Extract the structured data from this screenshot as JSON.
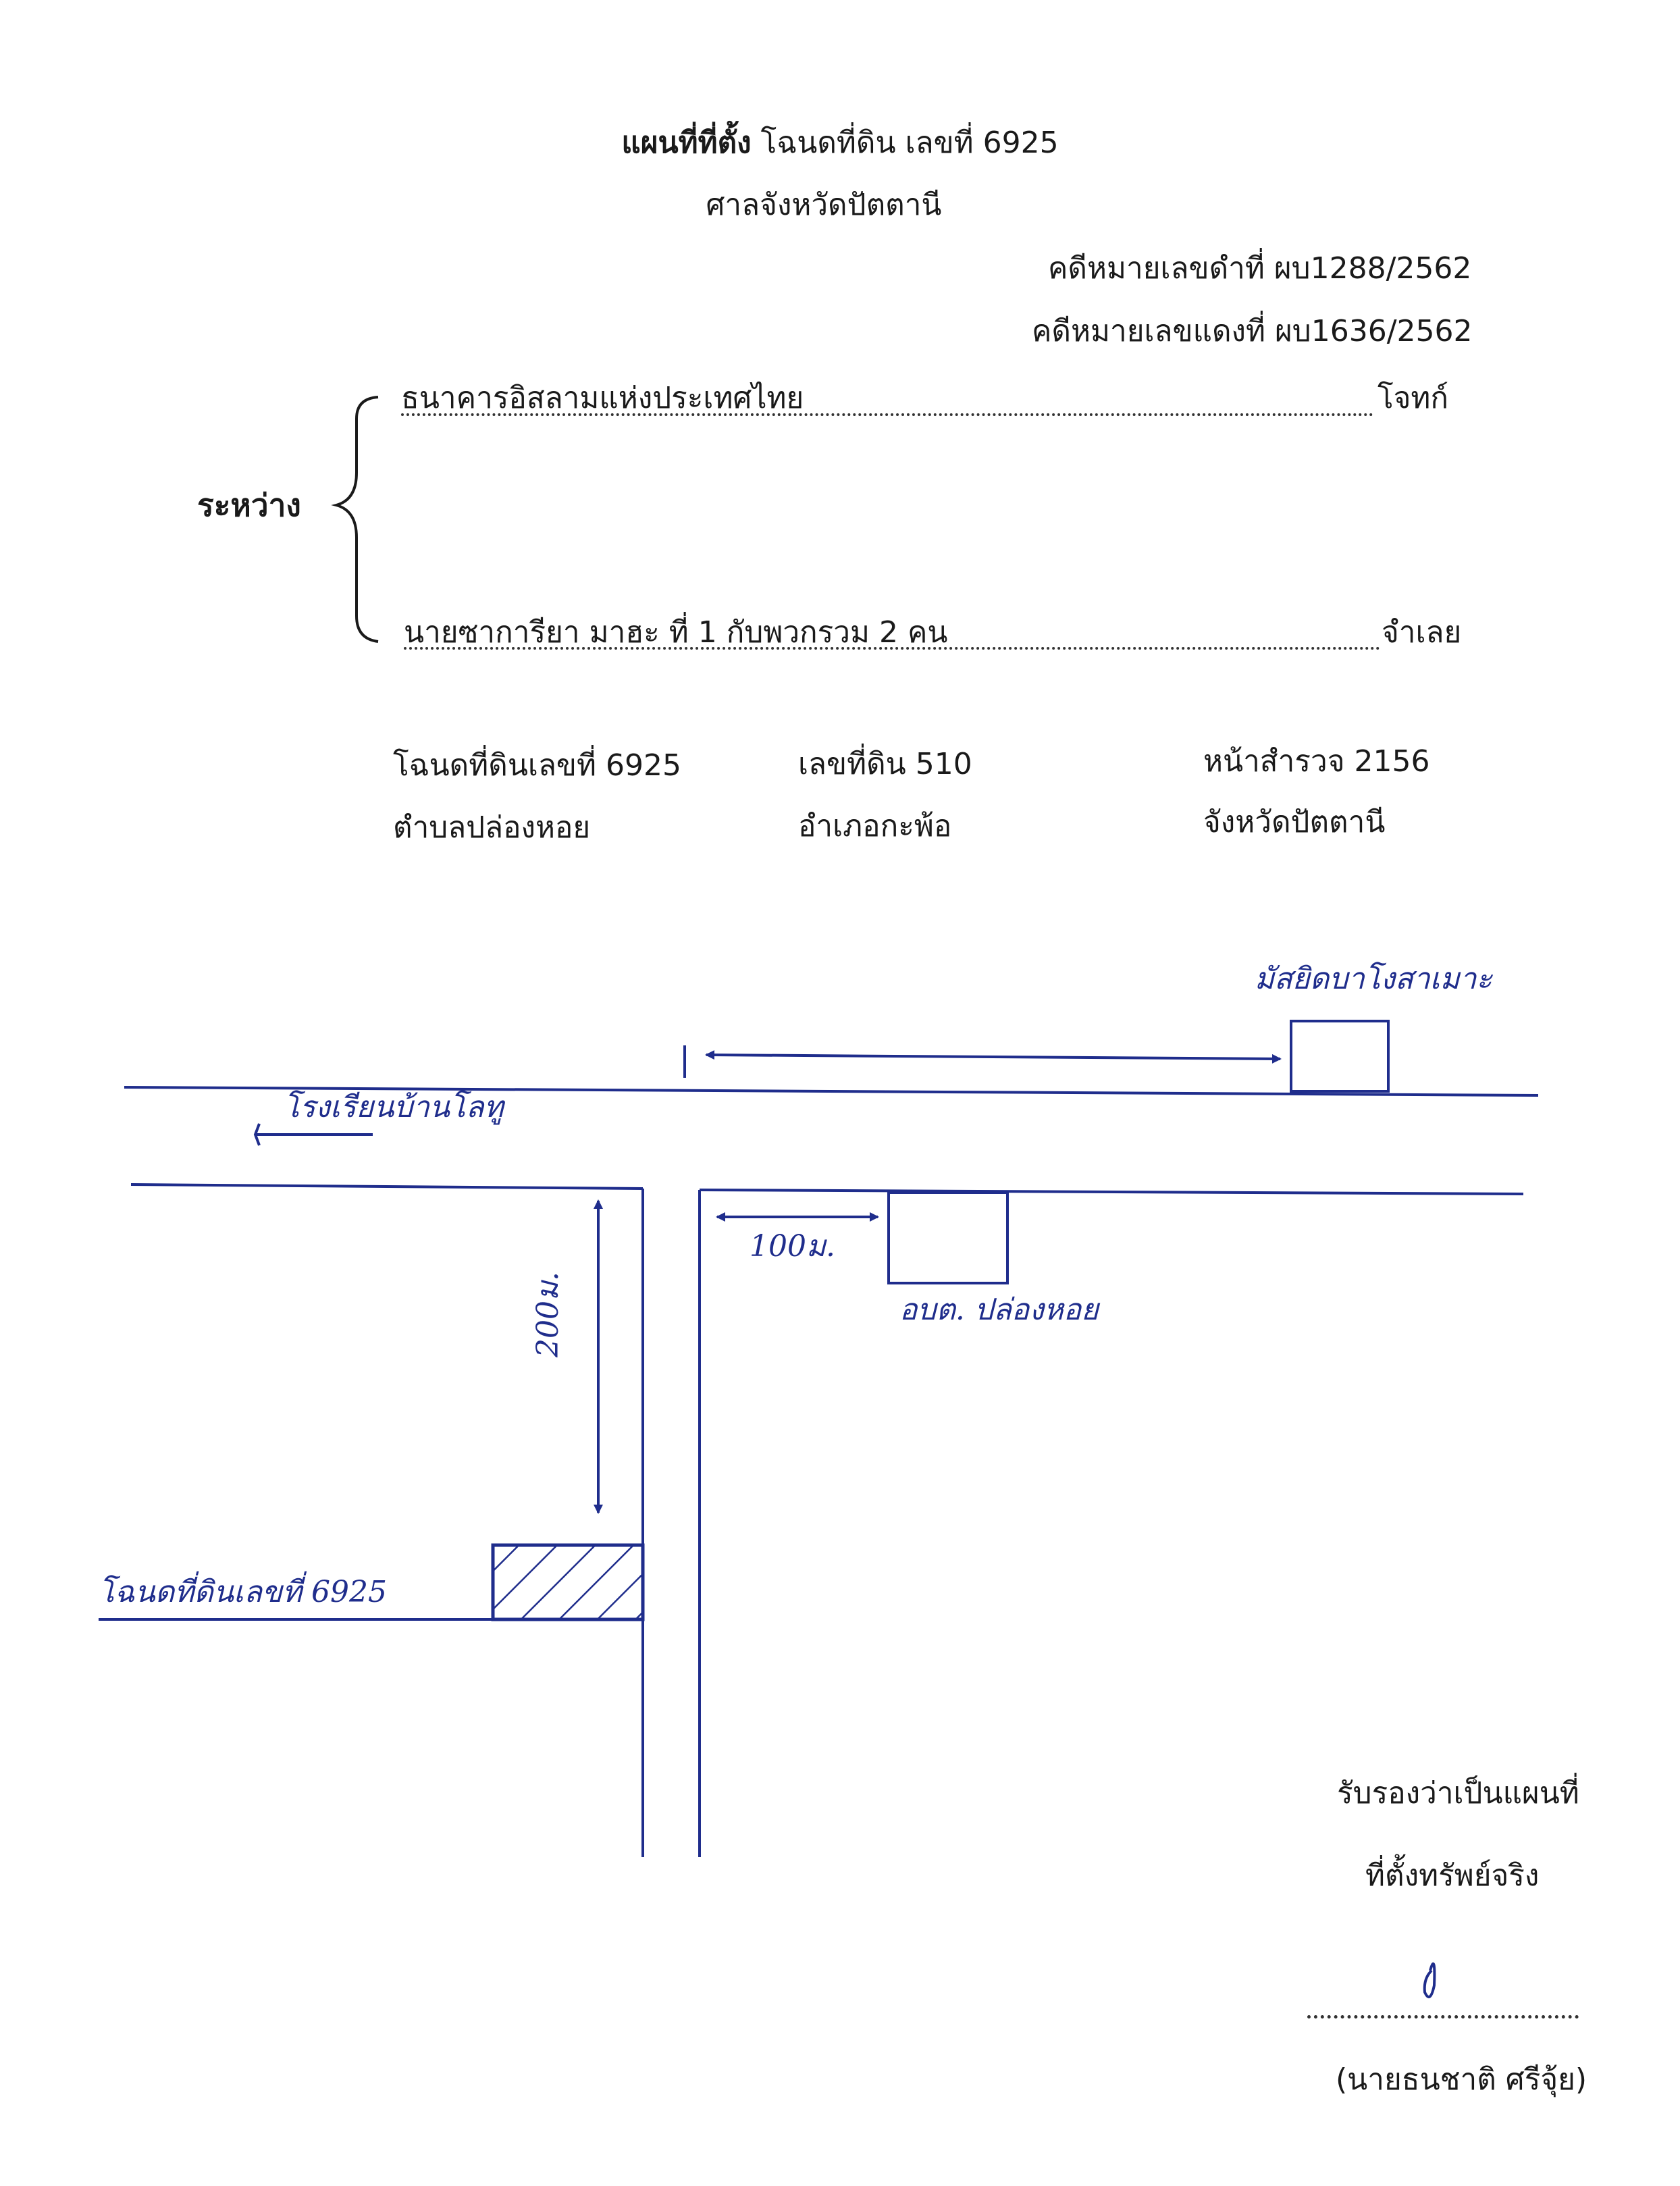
{
  "header": {
    "title_bold": "แผนที่ที่ตั้ง",
    "title_rest": "โฉนดที่ดิน เลขที่  6925",
    "court": "ศาลจังหวัดปัตตานี",
    "black_case_label": "คดีหมายเลขดำที่",
    "black_case_no": "ผบ1288/2562",
    "red_case_label": "คดีหมายเลขแดงที่",
    "red_case_no": "ผบ1636/2562"
  },
  "parties": {
    "between_label": "ระหว่าง",
    "plaintiff": "ธนาคารอิสลามแห่งประเทศไทย",
    "plaintiff_role": "โจทก์",
    "defendant": "นายซาการียา  มาฮะ  ที่ 1 กับพวกรวม 2 คน",
    "defendant_role": "จำเลย"
  },
  "land_info": {
    "deed_no": "โฉนดที่ดินเลขที่ 6925",
    "land_no": "เลขที่ดิน 510",
    "survey_page": "หน้าสำรวจ  2156",
    "subdistrict": "ตำบลปล่องหอย",
    "district": "อำเภอกะพ้อ",
    "province": "จังหวัดปัตตานี"
  },
  "map_labels": {
    "mosque": "มัสยิดบาโงสาเมาะ",
    "school": "โรงเรียนบ้านโลทู",
    "distance_100": "100ม.",
    "tambon_office": "อบต. ปล่องหอย",
    "distance_200": "200ม.",
    "deed_label": "โฉนดที่ดินเลขที่ 6925"
  },
  "certification": {
    "line1": "รับรองว่าเป็นแผนที่",
    "line2": "ที่ตั้งทรัพย์จริง",
    "signer": "(นายธนชาติ  ศรีจุ้ย)"
  },
  "colors": {
    "ink": "#1f2d8c",
    "text": "#1a1a1a"
  }
}
